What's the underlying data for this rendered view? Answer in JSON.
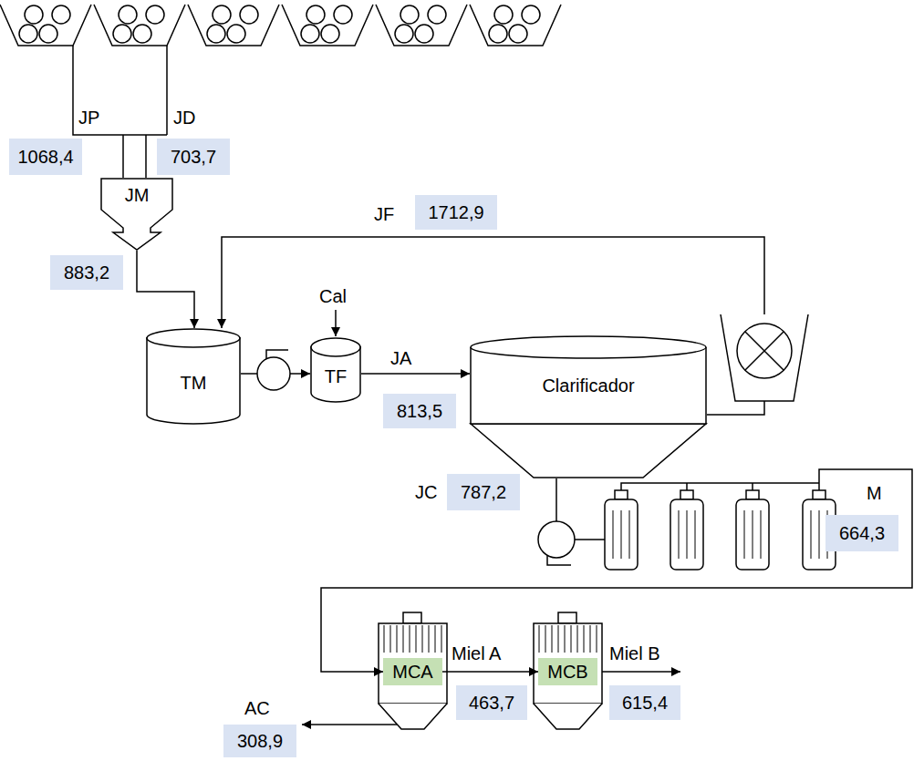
{
  "diagram": {
    "nodes": [
      {
        "text": [
          "1068,4"
        ]
      },
      {
        "text": [
          "703,7"
        ]
      },
      {
        "text": [
          "JM"
        ]
      },
      {
        "text": [
          "883,2"
        ]
      },
      {
        "text": [
          "1712,9"
        ]
      },
      {
        "text": [
          "TM"
        ]
      },
      {
        "text": [
          "TF"
        ]
      },
      {
        "text": [
          "Clarificador"
        ]
      },
      {
        "text": [
          "813,5"
        ]
      },
      {
        "text": [
          "787,2"
        ]
      },
      {
        "text": [
          "664,3"
        ]
      },
      {
        "text": [
          "MCA"
        ]
      },
      {
        "text": [
          "463,7"
        ]
      },
      {
        "text": [
          "MCB"
        ]
      },
      {
        "text": [
          "615,4"
        ]
      },
      {
        "text": [
          "308,9"
        ]
      }
    ],
    "edges": [
      {
        "from": 2,
        "to": 5,
        "arrow": "to"
      },
      {
        "from": 5,
        "to": 6,
        "arrow": "to"
      },
      {
        "from": 6,
        "to": 7,
        "arrow": "to"
      },
      {
        "from": 7,
        "to": 5,
        "arrow": "to"
      },
      {
        "from": 7,
        "to": 11,
        "arrow": "to"
      },
      {
        "from": 11,
        "to": 13,
        "arrow": "to"
      }
    ],
    "labels": [
      "JP",
      "JD",
      "JF",
      "Cal",
      "JA",
      "JC",
      "M",
      "Miel A",
      "Miel B",
      "AC"
    ]
  }
}
